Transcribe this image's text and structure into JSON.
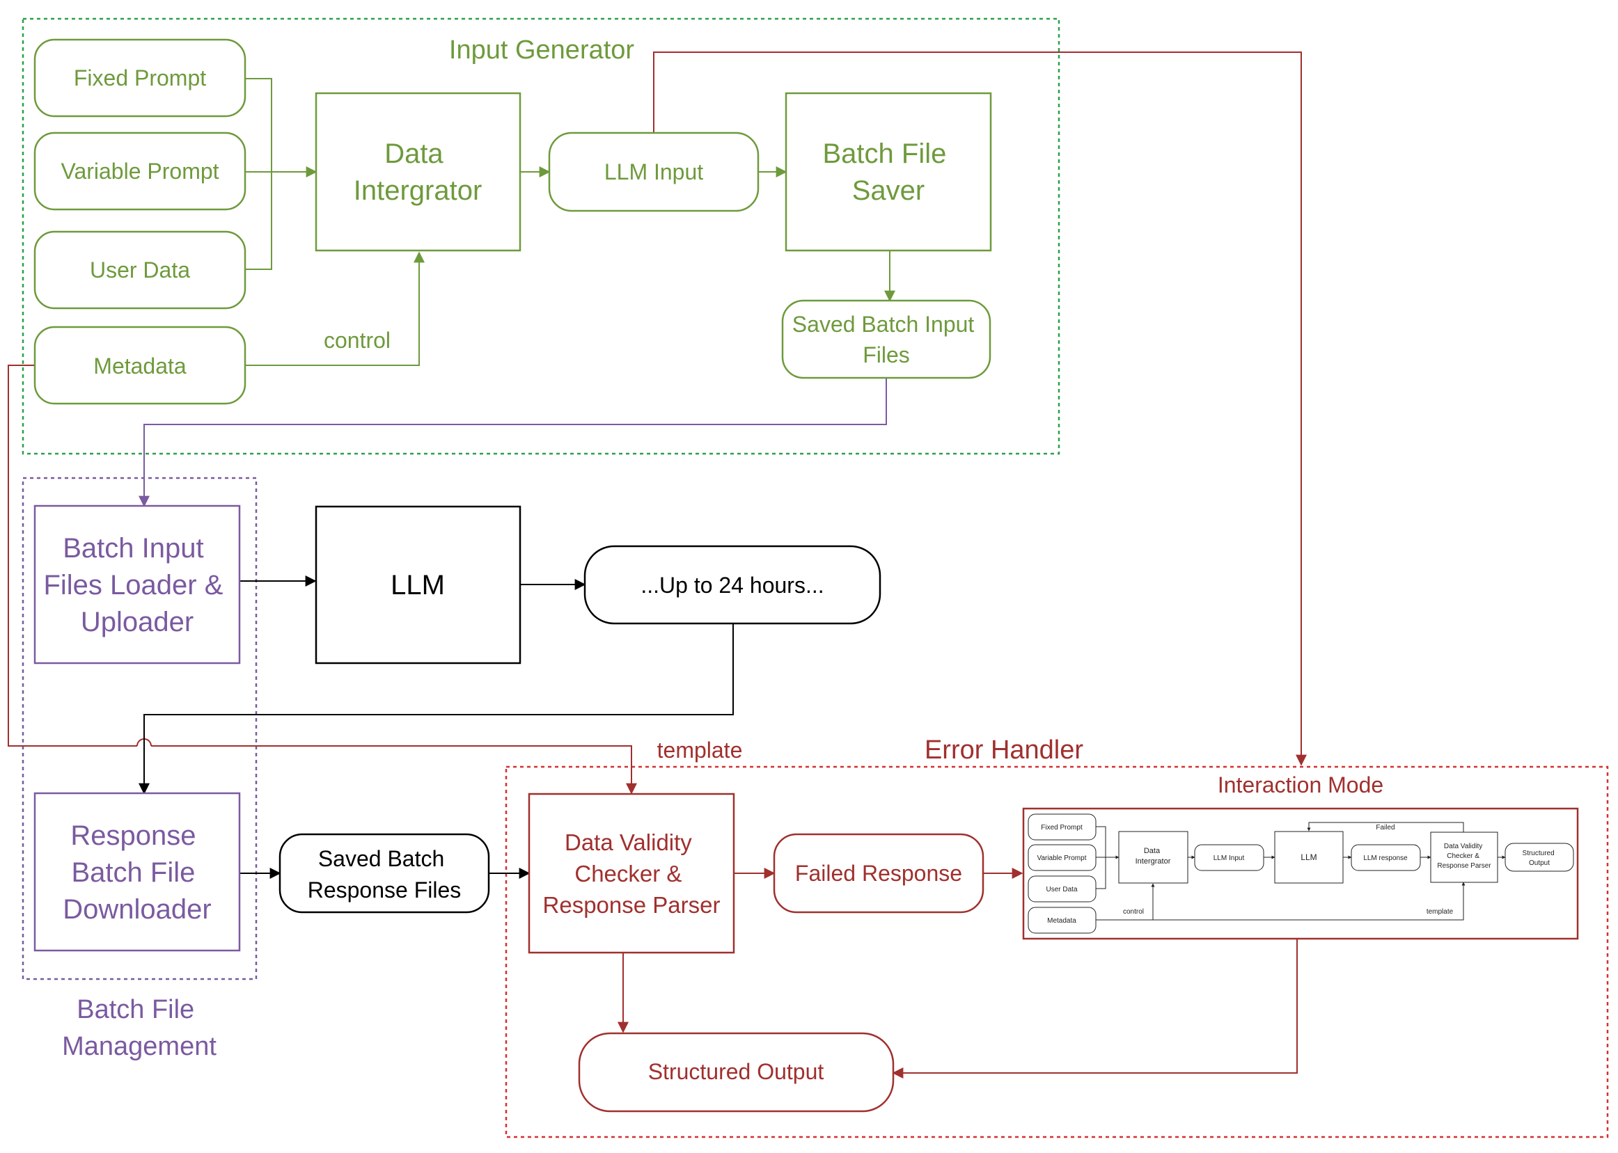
{
  "colors": {
    "input_generator": "#6e9a3c",
    "batch_management": "#7a5aa0",
    "error_handler": "#a0302e",
    "core": "#000000"
  },
  "input_generator": {
    "title": "Input Generator",
    "fixed_prompt": "Fixed Prompt",
    "variable_prompt": "Variable Prompt",
    "user_data": "User Data",
    "metadata": "Metadata",
    "data_integrator": [
      "Data",
      "Intergrator"
    ],
    "llm_input": "LLM Input",
    "batch_file_saver": [
      "Batch File",
      "Saver"
    ],
    "saved_batch_input": [
      "Saved Batch Input",
      "Files"
    ],
    "control_label": "control"
  },
  "batch_management": {
    "title": [
      "Batch File",
      "Management"
    ],
    "loader": [
      "Batch Input",
      "Files Loader &",
      "Uploader"
    ],
    "downloader": [
      "Response",
      "Batch File",
      "Downloader"
    ]
  },
  "core": {
    "llm": "LLM",
    "wait": "...Up to 24 hours...",
    "saved_response": [
      "Saved Batch",
      "Response Files"
    ]
  },
  "error_handler": {
    "title": "Error Handler",
    "template_label": "template",
    "checker": [
      "Data Validity",
      "Checker &",
      "Response Parser"
    ],
    "failed_response": "Failed Response",
    "structured_output": "Structured Output",
    "interaction_mode": {
      "title": "Interaction Mode",
      "fixed_prompt": "Fixed Prompt",
      "variable_prompt": "Variable Prompt",
      "user_data": "User Data",
      "metadata": "Metadata",
      "data_integrator": [
        "Data",
        "Intergrator"
      ],
      "llm_input": "LLM Input",
      "llm": "LLM",
      "llm_response": "LLM response",
      "checker": [
        "Data Validity",
        "Checker &",
        "Response Parser"
      ],
      "structured_output": [
        "Structured",
        "Output"
      ],
      "failed_label": "Failed",
      "control_label": "control",
      "template_label": "template"
    }
  }
}
